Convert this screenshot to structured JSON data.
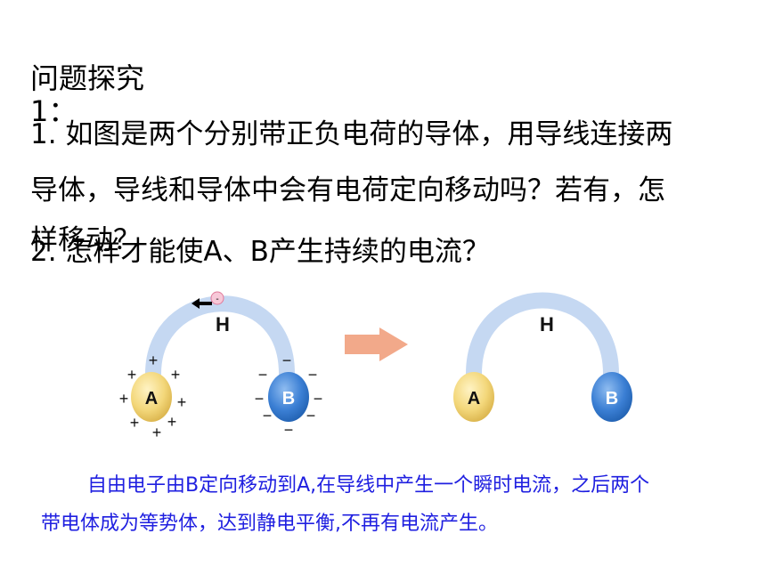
{
  "heading": "问题探究",
  "heading_number": "1：",
  "question1_line1": "1. 如图是两个分别带正负电荷的导体，用导线连接两",
  "question1_line2": "导体，导线和导体中会有电荷定向移动吗？若有，怎",
  "question1_line3": "样移动？",
  "question2": "2. 怎样才能使A、B产生持续的电流？",
  "diagram": {
    "label_h_left": "H",
    "label_h_right": "H",
    "label_a_left": "A",
    "label_b_left": "B",
    "label_a_right": "A",
    "label_b_right": "B",
    "plus": "+",
    "minus": "−",
    "electron": "-"
  },
  "answer_line1": "自由电子由B定向移动到A,在导线中产生一个瞬时电流，之后两个",
  "answer_line2": "带电体成为等势体，达到静电平衡,不再有电流产生。",
  "colors": {
    "wire": "#c5d8f2",
    "sphere_a": "#f3d77a",
    "sphere_b": "#3b7fd4",
    "arrow": "#f2a98a",
    "answer_text": "#1f1fe0"
  }
}
